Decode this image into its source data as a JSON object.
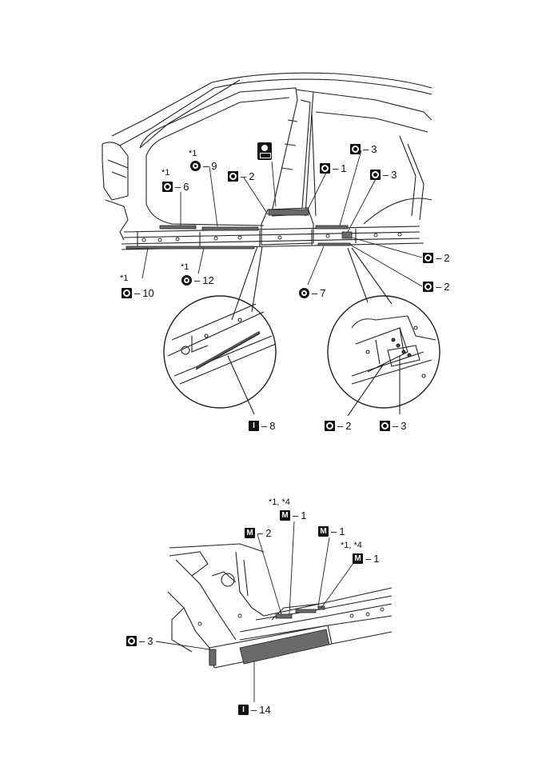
{
  "notes": {
    "star1": "*1",
    "star1_4": "*1, *4"
  },
  "top_callouts": [
    {
      "id": "c9",
      "sym": "o-circle",
      "num": "9"
    },
    {
      "id": "c6",
      "sym": "o-square",
      "num": "6"
    },
    {
      "id": "c2a",
      "sym": "o-square",
      "num": "2"
    },
    {
      "id": "c1",
      "sym": "o-square",
      "num": "1"
    },
    {
      "id": "c3a",
      "sym": "o-square",
      "num": "3"
    },
    {
      "id": "c3b",
      "sym": "o-square",
      "num": "3"
    },
    {
      "id": "c2b",
      "sym": "o-square",
      "num": "2"
    },
    {
      "id": "c2c",
      "sym": "o-square",
      "num": "2"
    },
    {
      "id": "c10",
      "sym": "o-square",
      "num": "10"
    },
    {
      "id": "c12",
      "sym": "o-circle",
      "num": "12"
    },
    {
      "id": "c7",
      "sym": "o-circle",
      "num": "7"
    },
    {
      "id": "c8",
      "sym": "I",
      "num": "8"
    },
    {
      "id": "c2d",
      "sym": "o-square",
      "num": "2"
    },
    {
      "id": "c3c",
      "sym": "o-square",
      "num": "3"
    }
  ],
  "bottom_callouts": [
    {
      "id": "m1a",
      "sym": "M",
      "num": "1"
    },
    {
      "id": "m2",
      "sym": "M",
      "num": "2"
    },
    {
      "id": "m1b",
      "sym": "M",
      "num": "1"
    },
    {
      "id": "m1c",
      "sym": "M",
      "num": "1"
    },
    {
      "id": "o3",
      "sym": "o-square",
      "num": "3"
    },
    {
      "id": "i14",
      "sym": "I",
      "num": "14"
    }
  ],
  "symbol_letters": {
    "I": "I",
    "M": "M"
  },
  "dash": "–",
  "colors": {
    "ink": "#111111",
    "weld_fill": "#6a6a6a",
    "background": "#ffffff"
  }
}
